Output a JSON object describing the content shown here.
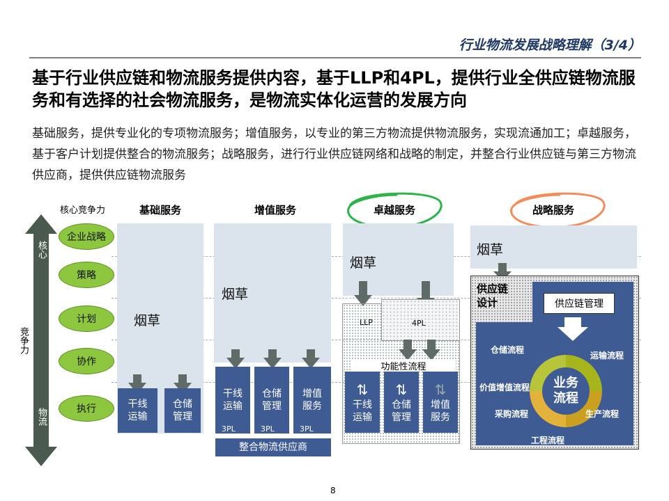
{
  "header": {
    "title": "行业物流发展战略理解（3/4）"
  },
  "headline": "基于行业供应链和物流服务提供内容，基于LLP和4PL，提供行业全供应链物流服务和有选择的社会物流服务，是物流实体化运营的发展方向",
  "description": "基础服务，提供专业化的专项物流服务；增值服务，以专业的第三方物流提供物流服务，实现流通加工；卓越服务，基于客户计划提供整合的物流服务；战略服务，进行行业供应链网络和战略的制定，并整合行业供应链与第三方物流供应商，提供供应链物流服务",
  "left_axis": {
    "title": "核心竞争力",
    "axis_label": "竞争力",
    "top_label": "核心",
    "bottom_label": "物流",
    "levels": [
      "企业战略",
      "策略",
      "计划",
      "协作",
      "执行"
    ]
  },
  "columns": {
    "basic": {
      "title": "基础服务",
      "tobacco": "烟草",
      "boxes": [
        "干线\n运输",
        "仓储\n管理"
      ]
    },
    "value_added": {
      "title": "增值服务",
      "tobacco": "烟草",
      "boxes": [
        "干线\n运输",
        "仓储\n管理",
        "增值\n服务"
      ],
      "tag": "3PL",
      "integrate": "整合物流供应商"
    },
    "excellent": {
      "title": "卓越服务",
      "tobacco": "烟草",
      "llp": "LLP",
      "fourpl": "4PL",
      "function_flow": "功能性流程",
      "boxes": [
        "干线\n运输",
        "仓储\n管理",
        "增值\n服务"
      ]
    },
    "strategic": {
      "title": "战略服务",
      "tobacco": "烟草",
      "sc_design": "供应链\n设计",
      "sc_mgmt": "供应链管理",
      "center": "业务\n流程",
      "processes": [
        "仓储流程",
        "运输流程",
        "价值增值流程",
        "采购流程",
        "生产流程",
        "工程流程"
      ]
    }
  },
  "page_number": "8",
  "colors": {
    "accent_dark": "#3e5b94",
    "light_block": "#dbe3ec",
    "green_pill": "#8dc63f",
    "axis": "#4a5a4f",
    "circle_green": "#2db34a",
    "circle_orange": "#f28c5a"
  }
}
